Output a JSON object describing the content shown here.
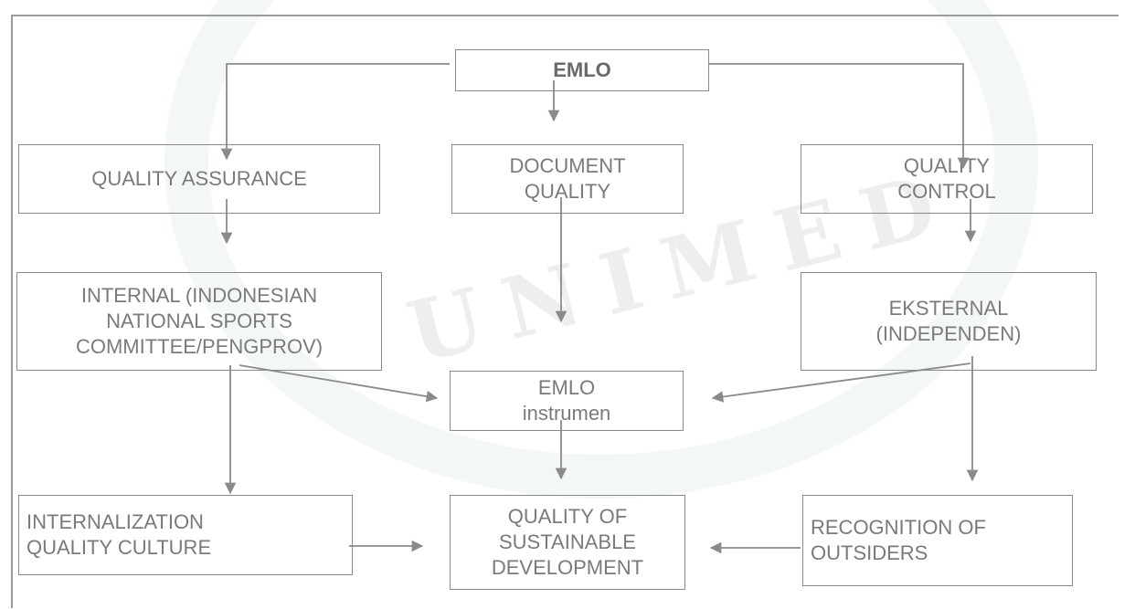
{
  "diagram": {
    "nodes": {
      "emlo": "EMLO",
      "quality_assurance": "QUALITY ASSURANCE",
      "document_quality": "DOCUMENT\nQUALITY",
      "quality_control": "QUALITY\nCONTROL",
      "internal": "INTERNAL (INDONESIAN\nNATIONAL SPORTS\nCOMMITTEE/PENGPROV)",
      "eksternal": "EKSTERNAL\n(INDEPENDEN)",
      "emlo_instrumen": "EMLO\ninstrumen",
      "internalization": "INTERNALIZATION\nQUALITY CULTURE",
      "quality_sustainable": "QUALITY OF\nSUSTAINABLE\nDEVELOPMENT",
      "recognition": "RECOGNITION OF\nOUTSIDERS"
    },
    "edges": [
      [
        "emlo",
        "quality_assurance"
      ],
      [
        "emlo",
        "document_quality"
      ],
      [
        "emlo",
        "quality_control"
      ],
      [
        "quality_assurance",
        "internal"
      ],
      [
        "document_quality",
        "emlo_instrumen"
      ],
      [
        "quality_control",
        "eksternal"
      ],
      [
        "internal",
        "emlo_instrumen"
      ],
      [
        "eksternal",
        "emlo_instrumen"
      ],
      [
        "internal",
        "internalization"
      ],
      [
        "emlo_instrumen",
        "quality_sustainable"
      ],
      [
        "eksternal",
        "recognition"
      ],
      [
        "internalization",
        "quality_sustainable"
      ],
      [
        "recognition",
        "quality_sustainable"
      ]
    ],
    "colors": {
      "stroke": "#8a8a8a",
      "text": "#7a7a7a"
    }
  }
}
